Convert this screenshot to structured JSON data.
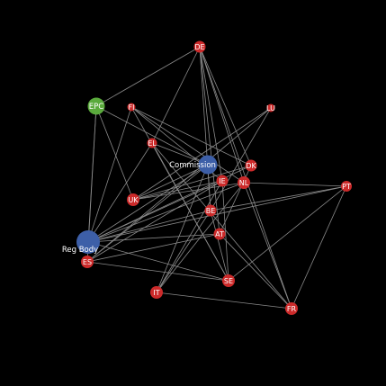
{
  "graph": {
    "background": "#000000",
    "edge_color": "#8a8a8a",
    "colors": {
      "member_state": "#cc2a2a",
      "institution": "#3d5fa8",
      "epc": "#5aaa3c"
    },
    "nodes": [
      {
        "id": "DE",
        "label": "DE",
        "kind": "member_state"
      },
      {
        "id": "EPC",
        "label": "EPC",
        "kind": "epc"
      },
      {
        "id": "FI",
        "label": "FI",
        "kind": "member_state"
      },
      {
        "id": "LU",
        "label": "LU",
        "kind": "member_state"
      },
      {
        "id": "EL",
        "label": "EL",
        "kind": "member_state"
      },
      {
        "id": "Commission",
        "label": "Commission",
        "kind": "institution"
      },
      {
        "id": "DK",
        "label": "DK",
        "kind": "member_state"
      },
      {
        "id": "IE",
        "label": "IE",
        "kind": "member_state"
      },
      {
        "id": "NL",
        "label": "NL",
        "kind": "member_state"
      },
      {
        "id": "PT",
        "label": "PT",
        "kind": "member_state"
      },
      {
        "id": "UK",
        "label": "UK",
        "kind": "member_state"
      },
      {
        "id": "BE",
        "label": "BE",
        "kind": "member_state"
      },
      {
        "id": "AT",
        "label": "AT",
        "kind": "member_state"
      },
      {
        "id": "RegBody",
        "label": "Reg Body",
        "kind": "institution"
      },
      {
        "id": "ES",
        "label": "ES",
        "kind": "member_state"
      },
      {
        "id": "SE",
        "label": "SE",
        "kind": "member_state"
      },
      {
        "id": "IT",
        "label": "IT",
        "kind": "member_state"
      },
      {
        "id": "FR",
        "label": "FR",
        "kind": "member_state"
      }
    ],
    "edges": [
      [
        "DE",
        "EPC"
      ],
      [
        "DE",
        "EL"
      ],
      [
        "DE",
        "IE"
      ],
      [
        "DE",
        "NL"
      ],
      [
        "DE",
        "DK"
      ],
      [
        "DE",
        "BE"
      ],
      [
        "DE",
        "FR"
      ],
      [
        "DE",
        "AT"
      ],
      [
        "EPC",
        "Commission"
      ],
      [
        "EPC",
        "RegBody"
      ],
      [
        "EPC",
        "UK"
      ],
      [
        "EPC",
        "ES"
      ],
      [
        "FI",
        "DK"
      ],
      [
        "FI",
        "SE"
      ],
      [
        "FI",
        "IE"
      ],
      [
        "FI",
        "RegBody"
      ],
      [
        "FI",
        "NL"
      ],
      [
        "LU",
        "UK"
      ],
      [
        "LU",
        "BE"
      ],
      [
        "LU",
        "ES"
      ],
      [
        "EL",
        "Commission"
      ],
      [
        "EL",
        "FR"
      ],
      [
        "EL",
        "RegBody"
      ],
      [
        "EL",
        "SE"
      ],
      [
        "Commission",
        "RegBody"
      ],
      [
        "Commission",
        "BE"
      ],
      [
        "Commission",
        "ES"
      ],
      [
        "Commission",
        "IT"
      ],
      [
        "Commission",
        "UK"
      ],
      [
        "DK",
        "UK"
      ],
      [
        "DK",
        "RegBody"
      ],
      [
        "DK",
        "AT"
      ],
      [
        "IE",
        "RegBody"
      ],
      [
        "IE",
        "IT"
      ],
      [
        "IE",
        "SE"
      ],
      [
        "IE",
        "ES"
      ],
      [
        "NL",
        "RegBody"
      ],
      [
        "NL",
        "UK"
      ],
      [
        "NL",
        "IT"
      ],
      [
        "NL",
        "PT"
      ],
      [
        "NL",
        "FR"
      ],
      [
        "PT",
        "RegBody"
      ],
      [
        "PT",
        "SE"
      ],
      [
        "PT",
        "FR"
      ],
      [
        "PT",
        "BE"
      ],
      [
        "UK",
        "IE"
      ],
      [
        "BE",
        "RegBody"
      ],
      [
        "BE",
        "SE"
      ],
      [
        "BE",
        "IT"
      ],
      [
        "AT",
        "RegBody"
      ],
      [
        "AT",
        "ES"
      ],
      [
        "AT",
        "FR"
      ],
      [
        "RegBody",
        "SE"
      ],
      [
        "ES",
        "SE"
      ],
      [
        "IT",
        "FR"
      ]
    ]
  }
}
